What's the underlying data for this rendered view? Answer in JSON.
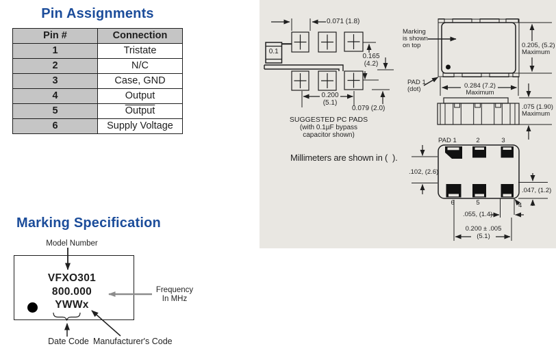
{
  "pin_assignments": {
    "title": "Pin Assignments",
    "table": {
      "headers": [
        "Pin #",
        "Connection"
      ],
      "rows": [
        {
          "pin": "1",
          "connection": "Tristate"
        },
        {
          "pin": "2",
          "connection": "N/C"
        },
        {
          "pin": "3",
          "connection": "Case, GND"
        },
        {
          "pin": "4",
          "connection": "Output"
        },
        {
          "pin": "5",
          "connection": "Output"
        },
        {
          "pin": "6",
          "connection": "Supply Voltage"
        }
      ]
    }
  },
  "marking_specification": {
    "title": "Marking Specification",
    "model_number_label": "Model Number",
    "device": {
      "model": "VFXO301",
      "frequency": "800.000",
      "code": "YWWx"
    },
    "frequency_label_line1": "Frequency",
    "frequency_label_line2": "In MHz",
    "date_code_label": "Date Code",
    "manufacturer_code_label": "Manufacturer's Code"
  },
  "package_drawing": {
    "pc_pads": {
      "cap_value": "0.1",
      "dim_gap": "0.071 (1.8)",
      "dim_vert_line1": "0.165",
      "dim_vert_line2": "(4.2)",
      "dim_horiz_line1": "0.200",
      "dim_horiz_line2": "(5.1)",
      "dim_below": "0.079 (2.0)",
      "caption_line1": "SUGGESTED PC PADS",
      "caption_line2": "(with 0.1µF bypass",
      "caption_line3": "capacitor shown)"
    },
    "units_note": "Millimeters are shown in (  ).",
    "top_view": {
      "marking_note_line1": "Marking",
      "marking_note_line2": "is shown",
      "marking_note_line3": "on top",
      "pad1_label_line1": "PAD 1",
      "pad1_label_line2": "(dot)",
      "dim_height_line1": "0.205, (5.2)",
      "dim_height_line2": "Maximum",
      "dim_width_line1": "0.284 (7.2)",
      "dim_width_line2": "Maximum"
    },
    "side_view": {
      "dim_line1": ".075 (1.90)",
      "dim_line2": "Maximum"
    },
    "bottom_view": {
      "pad_labels_top": [
        "PAD 1",
        "2",
        "3"
      ],
      "pad_labels_bottom": [
        "6",
        "5",
        "4"
      ],
      "dim_left_offset": ".102, (2.6)",
      "dim_pad_height": ".047, (1.2)",
      "dim_pad_width": ".055, (1.4)",
      "dim_pitch_line1": "0.200 ± .005",
      "dim_pitch_line2": "(5.1)"
    }
  },
  "colors": {
    "accent": "#1b4c9a",
    "table_header_bg": "#c5c5c5",
    "scan_panel_bg": "#e9e7e2"
  }
}
